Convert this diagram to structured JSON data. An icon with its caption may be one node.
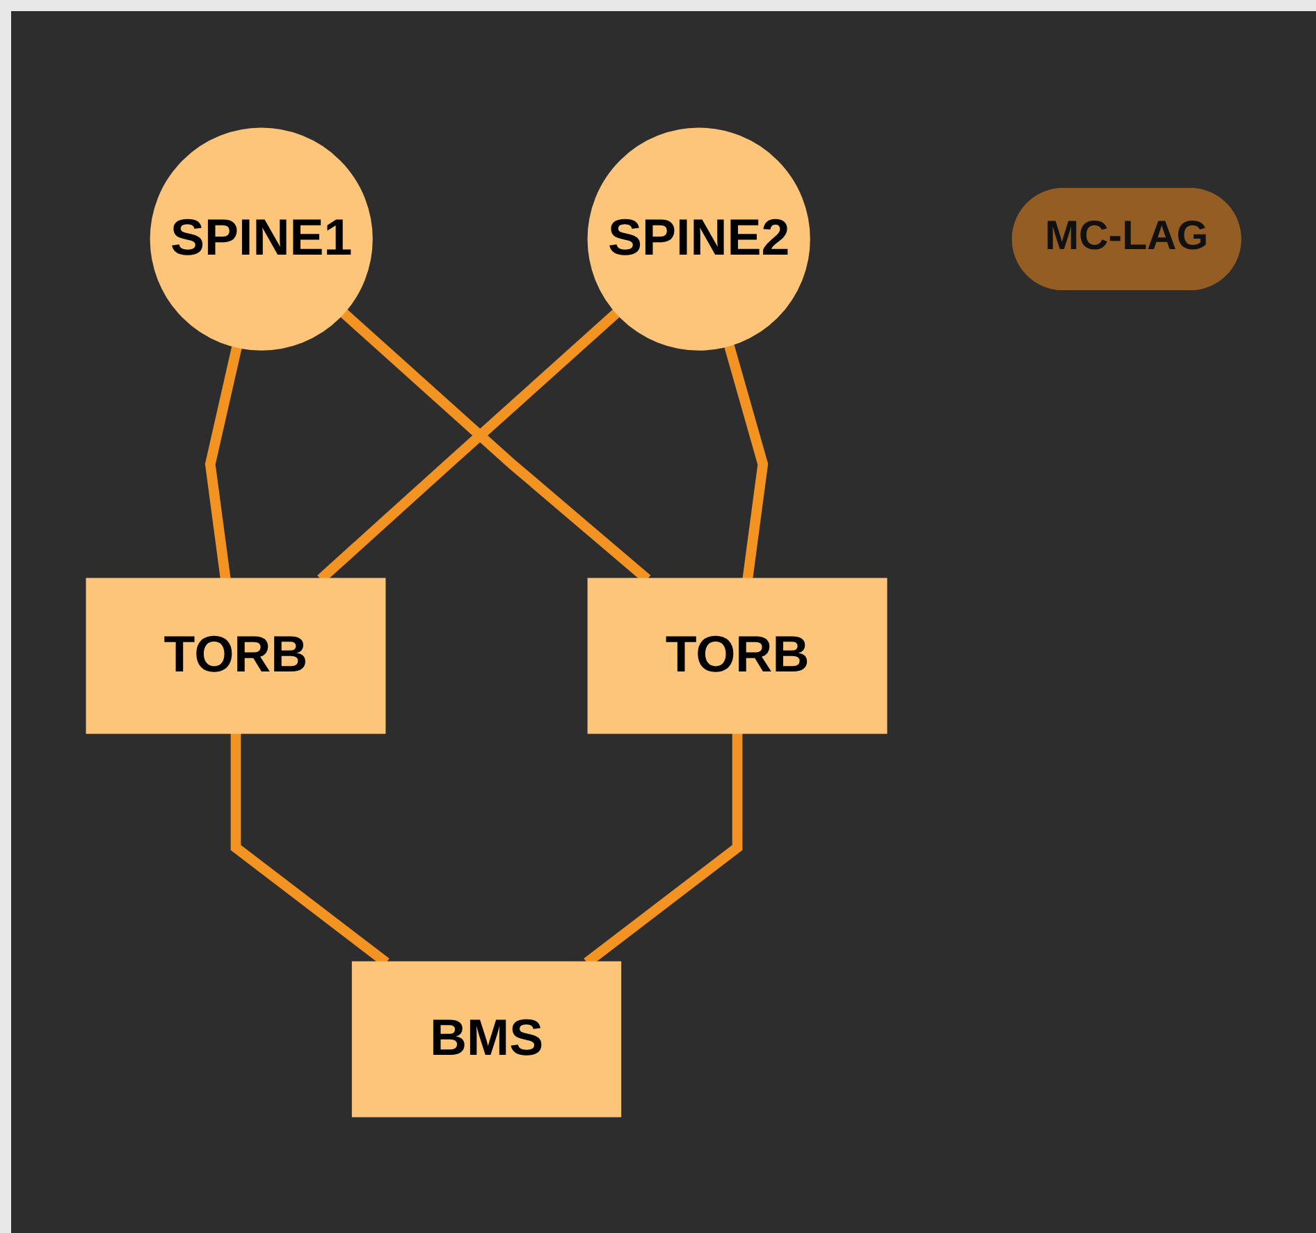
{
  "diagram": {
    "nodes": [
      {
        "text": [
          "SPINE1"
        ]
      },
      {
        "text": [
          "SPINE2"
        ]
      },
      {
        "text": [
          "TORB"
        ]
      },
      {
        "text": [
          "TORB"
        ]
      },
      {
        "text": [
          "MC-LAG"
        ]
      },
      {
        "text": [
          "BMS"
        ]
      }
    ],
    "edges": [
      {
        "from": 0,
        "to": 2,
        "arrow": "none"
      },
      {
        "from": 0,
        "to": 3,
        "arrow": "none"
      },
      {
        "from": 1,
        "to": 2,
        "arrow": "none"
      },
      {
        "from": 1,
        "to": 3,
        "arrow": "none"
      },
      {
        "from": 2,
        "to": 5,
        "arrow": "none"
      },
      {
        "from": 3,
        "to": 5,
        "arrow": "none"
      }
    ]
  }
}
